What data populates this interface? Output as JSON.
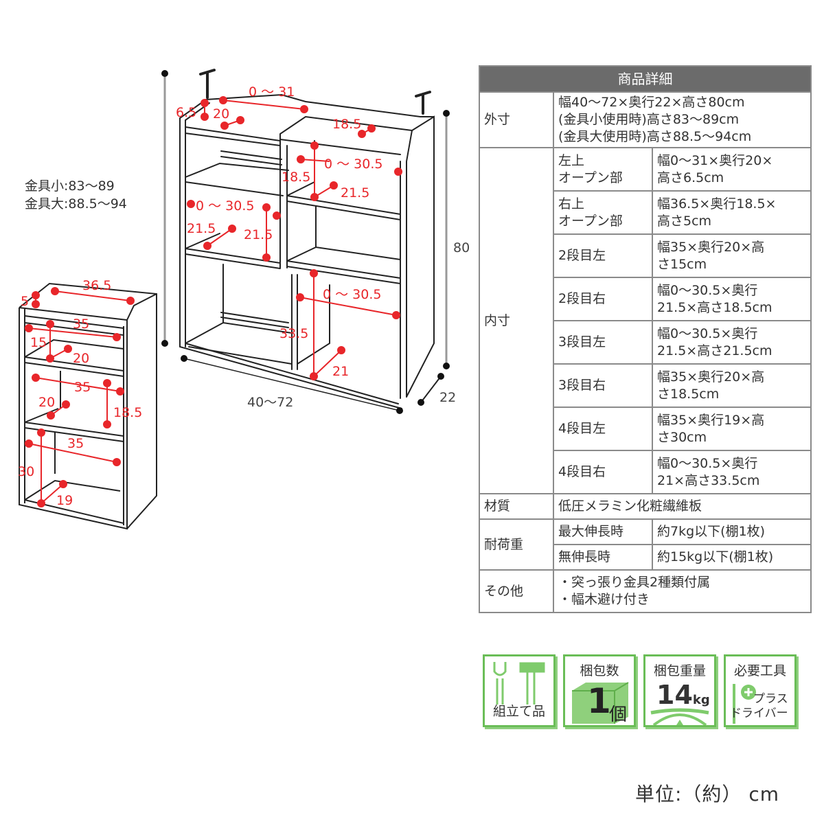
{
  "diagram": {
    "height_note": [
      "金具小:83〜89",
      "金具大:88.5〜94"
    ],
    "main_labels": {
      "top_left_width": "0 〜 31",
      "top_left_height": "6.5",
      "top_left_depth": "20",
      "top_right_depth": "18.5",
      "right2_height": "18.5",
      "right2_width": "0 〜 30.5",
      "right2_depth": "21.5",
      "left3_width": "0 〜 30.5",
      "left3_depth": "21.5",
      "left3_height": "21.5",
      "right4_width": "0 〜 30.5",
      "right4_height": "33.5",
      "right4_depth": "21",
      "overall_width": "40〜72",
      "overall_height": "80",
      "overall_depth": "22"
    },
    "small_labels": {
      "top_width": "36.5",
      "top_height": "5",
      "shelf2_width": "35",
      "shelf2_height": "15",
      "shelf2_depth": "20",
      "shelf3_width": "35",
      "shelf3_depth": "20",
      "shelf3_height": "18.5",
      "shelf4_width": "35",
      "shelf4_height": "30",
      "shelf4_depth": "19"
    }
  },
  "spec_table": {
    "title": "商品詳細",
    "outer": {
      "label": "外寸",
      "lines": [
        "幅40〜72×奥行22×高さ80cm",
        "(金具小使用時)高さ83〜89cm",
        "(金具大使用時)高さ88.5〜94cm"
      ]
    },
    "inner": {
      "label": "内寸",
      "rows": [
        {
          "name": [
            "左上",
            "オープン部"
          ],
          "value": [
            "幅0〜31×奥行20×",
            "高さ6.5cm"
          ]
        },
        {
          "name": [
            "右上",
            "オープン部"
          ],
          "value": [
            "幅36.5×奥行18.5×",
            "高さ5cm"
          ]
        },
        {
          "name": [
            "2段目左"
          ],
          "value": [
            "幅35×奥行20×高",
            "さ15cm"
          ]
        },
        {
          "name": [
            "2段目右"
          ],
          "value": [
            "幅0〜30.5×奥行",
            "21.5×高さ18.5cm"
          ]
        },
        {
          "name": [
            "3段目左"
          ],
          "value": [
            "幅0〜30.5×奥行",
            "21.5×高さ21.5cm"
          ]
        },
        {
          "name": [
            "3段目右"
          ],
          "value": [
            "幅35×奥行20×高",
            "さ18.5cm"
          ]
        },
        {
          "name": [
            "4段目左"
          ],
          "value": [
            "幅35×奥行19×高",
            "さ30cm"
          ]
        },
        {
          "name": [
            "4段目右"
          ],
          "value": [
            "幅0〜30.5×奥行",
            "21×高さ33.5cm"
          ]
        }
      ]
    },
    "material": {
      "label": "材質",
      "value": "低圧メラミン化粧繊維板"
    },
    "load": {
      "label": "耐荷重",
      "rows": [
        {
          "name": "最大伸長時",
          "value": "約7kg以下(棚1枚)"
        },
        {
          "name": "無伸長時",
          "value": "約15kg以下(棚1枚)"
        }
      ]
    },
    "other": {
      "label": "その他",
      "lines": [
        "・突っ張り金具2種類付属",
        "・幅木避け付き"
      ]
    }
  },
  "badges": [
    {
      "icon": "tools-icon",
      "label": "組立て品"
    },
    {
      "icon": "box-icon",
      "title": "梱包数",
      "count": "1",
      "unit": "個"
    },
    {
      "icon": "scale-icon",
      "title": "梱包重量",
      "value": "14",
      "unit": "kg"
    },
    {
      "icon": "screwdriver-icon",
      "title": "必要工具",
      "tool_line1": "プラス",
      "tool_line2": "ドライバー"
    }
  ],
  "unit_note": "単位:（約） cm",
  "colors": {
    "dimension_red": "#e8262a",
    "header_gray": "#6b6b6b",
    "badge_green": "#6abd57"
  }
}
